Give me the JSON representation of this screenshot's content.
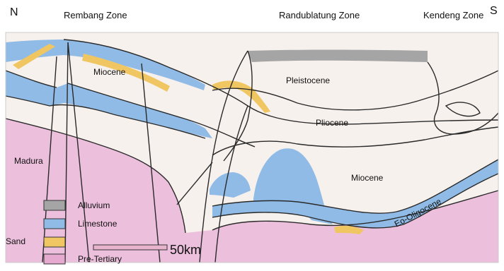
{
  "directions": {
    "north": "N",
    "south": "S"
  },
  "zones": {
    "rembang": "Rembang Zone",
    "randublatung": "Randublatung Zone",
    "kendeng": "Kendeng Zone"
  },
  "units": {
    "miocene_north": "Miocene",
    "pleistocene": "Pleistocene",
    "pliocene": "Pliocene",
    "madura": "Madura",
    "miocene_south": "Miocene",
    "eo_oligocene": "Eo-Oligocene"
  },
  "legend": {
    "items": [
      {
        "label": "Alluvium",
        "color": "#a5a5a5"
      },
      {
        "label": "Limestone",
        "color": "#8fbbe6"
      },
      {
        "label": "",
        "color": "#f0c663"
      },
      {
        "label": "Pre-Tertiary",
        "color": "#e6a9cf"
      }
    ],
    "sand_label": "Sand"
  },
  "scale": {
    "label": "50km",
    "color": "#e8b3cc"
  },
  "colors": {
    "background": "#f7f1ed",
    "pink": "#ecbfdc",
    "blue": "#8fbbe6",
    "yellow": "#f0c663",
    "grey": "#a5a5a5",
    "line": "#2a2a2a"
  }
}
